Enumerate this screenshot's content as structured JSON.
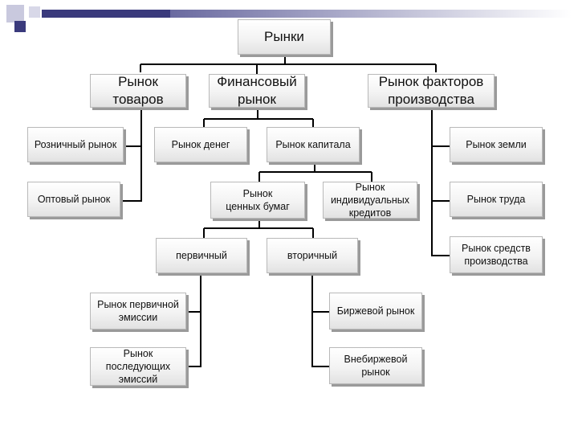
{
  "colors": {
    "line": "#000000",
    "box_border": "#b9b9b9",
    "box_shadow": "#9a9a9a",
    "deco_dark": "#3a3a7c",
    "deco_light": "#c9c9de"
  },
  "nodes": {
    "root": "Рынки",
    "goods": "Рынок\nтоваров",
    "financial": "Финансовый\nрынок",
    "factors": "Рынок факторов\nпроизводства",
    "retail": "Розничный рынок",
    "wholesale": "Оптовый рынок",
    "money": "Рынок денег",
    "capital": "Рынок капитала",
    "land": "Рынок земли",
    "labor": "Рынок труда",
    "means": "Рынок средств\nпроизводства",
    "securities": "Рынок\nценных бумаг",
    "credits": "Рынок\nиндивидуальных\nкредитов",
    "primary": "первичный",
    "secondary": "вторичный",
    "primary_issue": "Рынок первичной\nэмиссии",
    "subsequent_issues": "Рынок\nпоследующих\nэмиссий",
    "exchange": "Биржевой рынок",
    "otc": "Внебиржевой\nрынок"
  }
}
